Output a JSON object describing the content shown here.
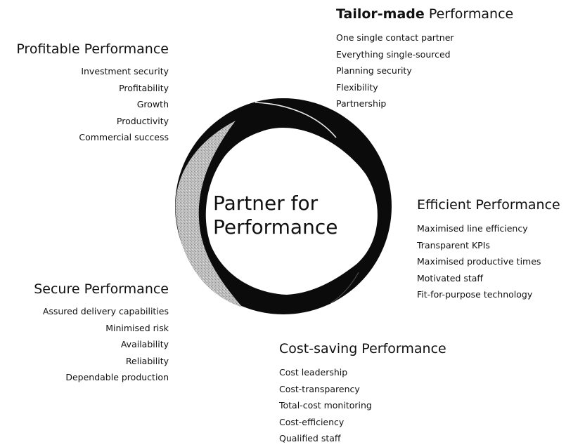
{
  "center": {
    "line1": "Partner for",
    "line2": "Performance"
  },
  "blocks": {
    "tailor": {
      "title_bold": "Tailor-made",
      "title_rest": " Performance",
      "items": [
        "One single contact partner",
        "Everything single-sourced",
        "Planning security",
        "Flexibility",
        "Partnership"
      ]
    },
    "profit": {
      "title": "Profitable Performance",
      "items": [
        "Investment security",
        "Profitability",
        "Growth",
        "Productivity",
        "Commercial success"
      ]
    },
    "efficient": {
      "title": "Efficient Performance",
      "items": [
        "Maximised line efficiency",
        "Transparent KPIs",
        "Maximised productive times",
        "Motivated staff",
        "Fit-for-purpose technology"
      ]
    },
    "secure": {
      "title": "Secure Performance",
      "items": [
        "Assured delivery capabilities",
        "Minimised risk",
        "Availability",
        "Reliability",
        "Dependable production"
      ]
    },
    "cost": {
      "title": "Cost-saving Performance",
      "items": [
        "Cost leadership",
        "Cost-transparency",
        "Total-cost monitoring",
        "Cost-efficiency",
        "Qualified staff"
      ]
    }
  },
  "colors": {
    "ring_dark": "#0b0b0b",
    "ring_light": "#b9b9b9",
    "text": "#111111"
  }
}
